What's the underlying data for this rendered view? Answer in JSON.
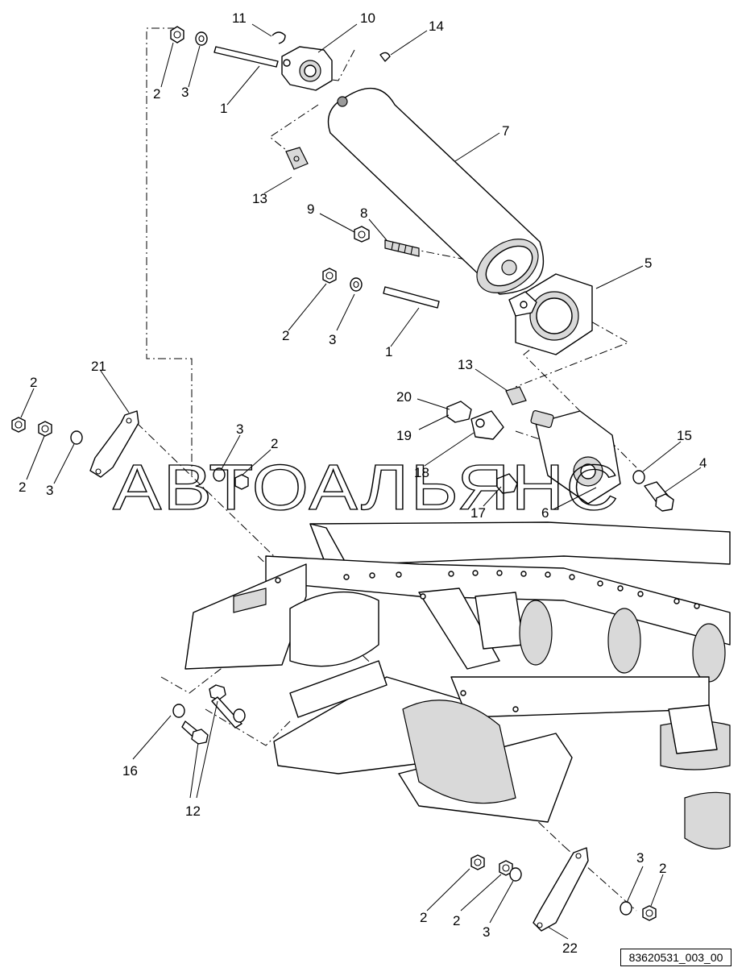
{
  "labels": {
    "l1a": "1",
    "l1b": "1",
    "l2a": "2",
    "l2b": "2",
    "l2c": "2",
    "l2d": "2",
    "l2e": "2",
    "l2f": "2",
    "l2g": "2",
    "l2h": "2",
    "l3a": "3",
    "l3b": "3",
    "l3c": "3",
    "l3d": "3",
    "l3e": "3",
    "l3f": "3",
    "l4": "4",
    "l5": "5",
    "l6": "6",
    "l7": "7",
    "l8": "8",
    "l9": "9",
    "l10": "10",
    "l11": "11",
    "l12": "12",
    "l13a": "13",
    "l13b": "13",
    "l14": "14",
    "l15": "15",
    "l16": "16",
    "l17": "17",
    "l18": "18",
    "l19": "19",
    "l20": "20",
    "l21": "21",
    "l22": "22"
  },
  "watermark": "АВТОАЛЬЯНС",
  "drawing_code": "83620531_003_00"
}
